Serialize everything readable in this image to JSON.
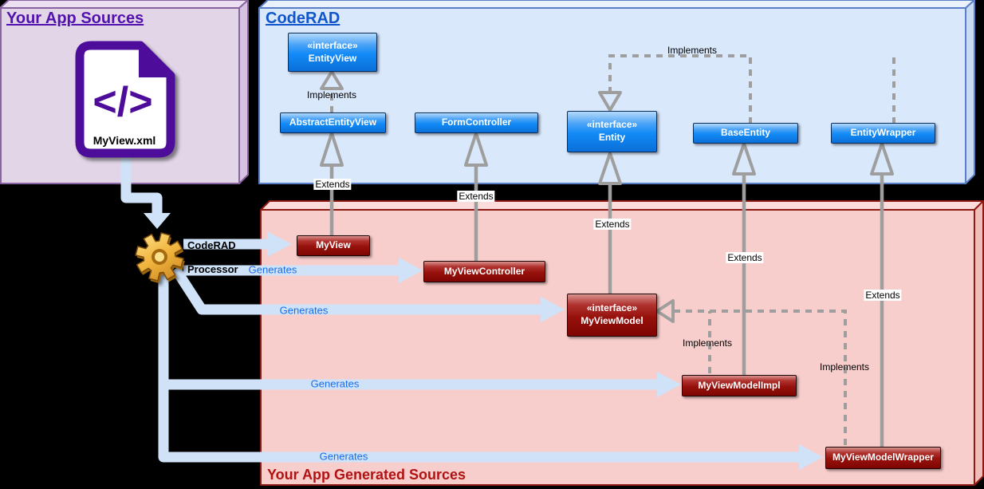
{
  "containers": {
    "your_app_sources": {
      "title": "Your App Sources"
    },
    "coderad": {
      "title": "CodeRAD"
    },
    "your_app_generated_sources": {
      "title": "Your App Generated Sources"
    }
  },
  "source_file": {
    "name": "MyView.xml",
    "glyph": "</>"
  },
  "processor": {
    "line1": "CodeRAD",
    "line2": "Processor"
  },
  "coderad_classes": {
    "entity_view": {
      "stereotype": "«interface»",
      "name": "EntityView"
    },
    "abstract_entity_view": {
      "name": "AbstractEntityView"
    },
    "form_controller": {
      "name": "FormController"
    },
    "entity": {
      "stereotype": "«interface»",
      "name": "Entity"
    },
    "base_entity": {
      "name": "BaseEntity"
    },
    "entity_wrapper": {
      "name": "EntityWrapper"
    }
  },
  "generated_classes": {
    "my_view": {
      "name": "MyView"
    },
    "my_view_controller": {
      "name": "MyViewController"
    },
    "my_view_model": {
      "stereotype": "«interface»",
      "name": "MyViewModel"
    },
    "my_view_model_impl": {
      "name": "MyViewModelImpl"
    },
    "my_view_model_wrapper": {
      "name": "MyViewModelWrapper"
    }
  },
  "edge_labels": {
    "extends": "Extends",
    "implements": "Implements",
    "generates": "Generates"
  },
  "colors": {
    "canvas_bg": "#000000",
    "sources_fill": "#E1D5E7",
    "sources_border": "#8A64A0",
    "sources_title": "#5312B0",
    "coderad_fill": "#DAE8FC",
    "coderad_border": "#5B7FC7",
    "coderad_title": "#1155CC",
    "generated_fill": "#F8CECC",
    "generated_border": "#8C1A12",
    "generated_title": "#B11212",
    "class_blue": "#128AF6",
    "class_red": "#97110C",
    "connector_gray": "#9E9E9E",
    "generates_arrow": "#CFE2F7",
    "generates_text": "#1A6FE8",
    "gear_gold": "#EFB93F",
    "file_icon_purple": "#4E0C9B"
  }
}
